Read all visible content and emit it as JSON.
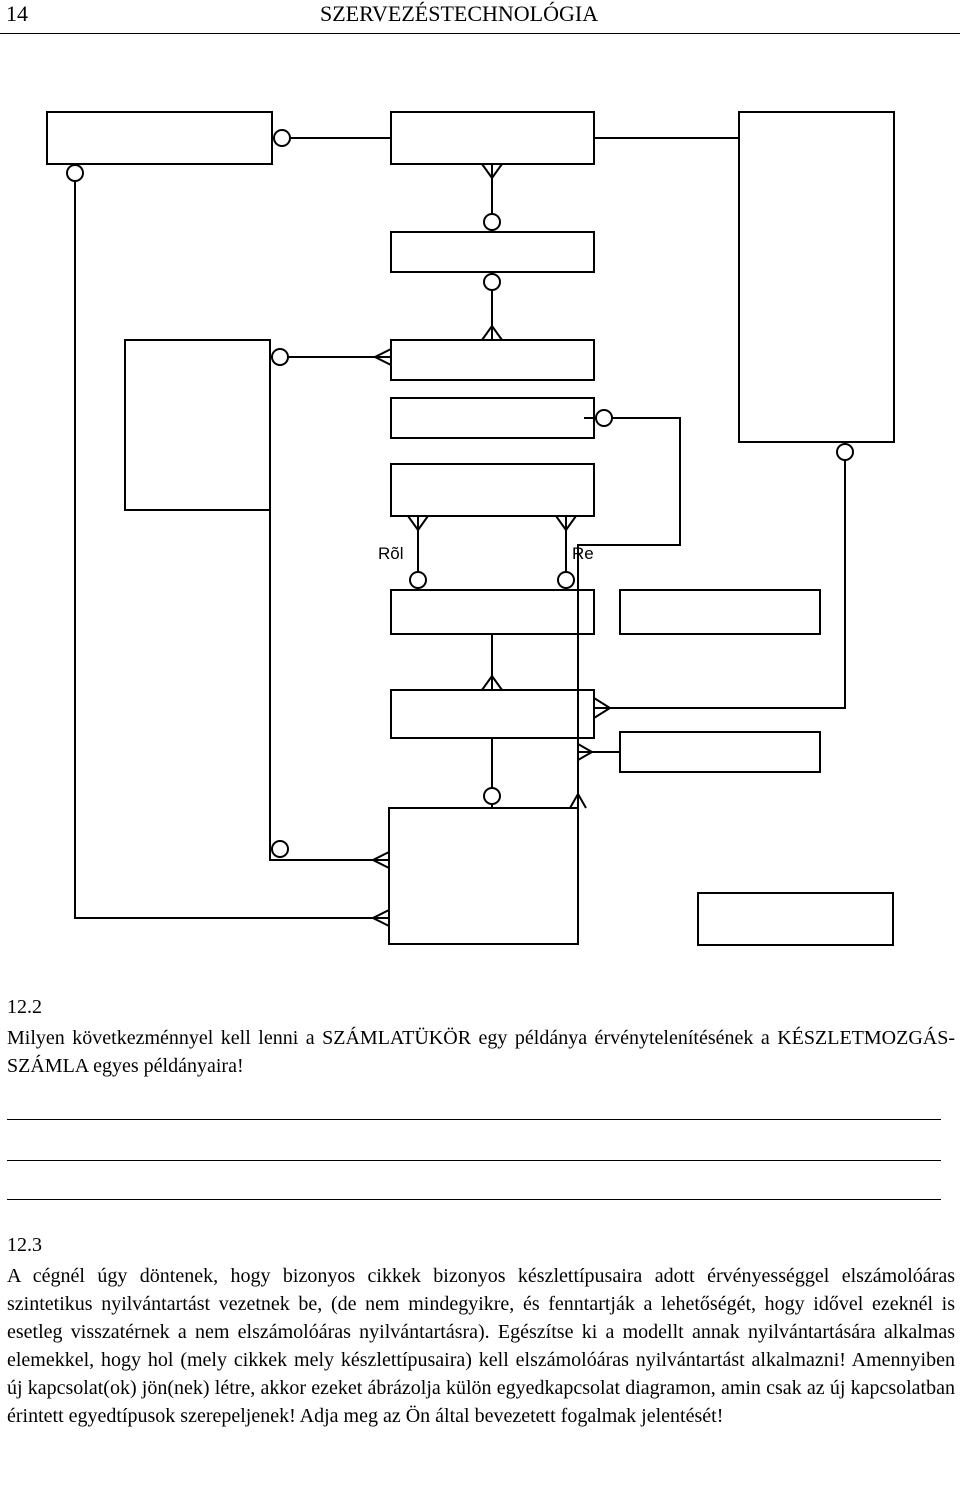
{
  "header": {
    "page_number": "14",
    "title": "SZERVEZÉSTECHNOLÓGIA"
  },
  "diagram": {
    "relationship_labels": {
      "rol": "Rõl",
      "re": "Re"
    }
  },
  "question_12_2": {
    "number": "12.2",
    "text": "Milyen következménnyel kell lenni a SZÁMLATÜKÖR egy példánya érvénytelenítésének a KÉSZLETMOZGÁS-SZÁMLA egyes példányaira!"
  },
  "question_12_3": {
    "number": "12.3",
    "text": "A cégnél úgy döntenek, hogy bizonyos cikkek bizonyos készlettípusaira adott érvényességgel elszámolóáras szintetikus nyilvántartást vezetnek be, (de nem mindegyikre, és fenntartják a lehetőségét, hogy idővel ezeknél is esetleg visszatérnek a nem elszámolóáras nyilvántartásra). Egészítse ki a modellt annak nyilvántartására alkalmas elemekkel, hogy hol (mely cikkek mely készlettípusaira) kell elszámolóáras nyilvántartást alkalmazni! Amennyiben új kapcsolat(ok) jön(nek) létre, akkor ezeket ábrázolja külön egyedkapcsolat diagramon, amin csak az új kapcsolatban érintett egyedtípusok szerepeljenek! Adja meg az Ön által bevezetett fogalmak jelentését!"
  }
}
